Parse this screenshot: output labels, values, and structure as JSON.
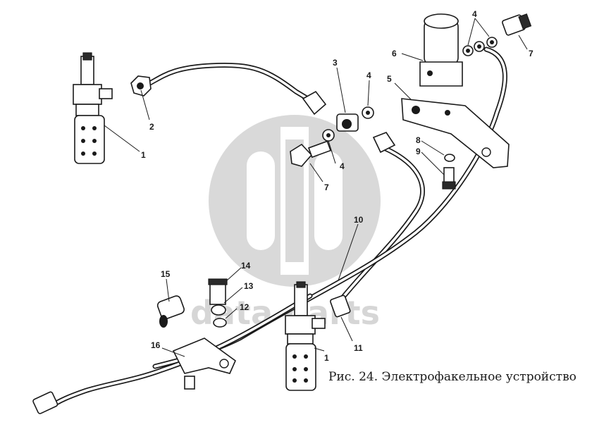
{
  "caption": "Рис. 24. Электрофакельное устройство",
  "watermark": {
    "text": "data parts",
    "color": "#d6d6d6"
  },
  "callouts": [
    "1",
    "2",
    "3",
    "4",
    "5",
    "6",
    "4",
    "7",
    "8",
    "9",
    "4",
    "7",
    "10",
    "11",
    "1",
    "12",
    "13",
    "14",
    "15",
    "16"
  ]
}
